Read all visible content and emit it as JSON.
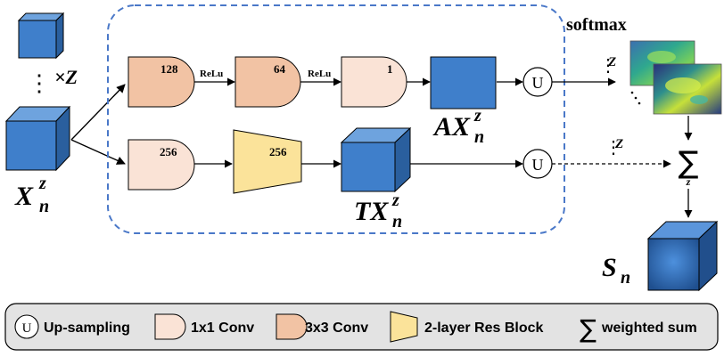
{
  "colors": {
    "cube_front": "#3f7fcb",
    "cube_top": "#6ea3de",
    "cube_side": "#2a5f9e",
    "conv3": "#f2c3a4",
    "conv1": "#fae3d6",
    "resblock": "#fbe39a",
    "dashed_box": "#4a78c8",
    "legend_bg": "#e3e3e3",
    "stroke": "#000000"
  },
  "input": {
    "repeat": "×Z",
    "dots": "⋮",
    "symbol_base": "X",
    "symbol_sub": "n",
    "symbol_sup": "z"
  },
  "top_branch": {
    "conv1_channels": "128",
    "act1": "ReLu",
    "conv2_channels": "64",
    "act2": "ReLu",
    "conv3_channels": "1",
    "output_base": "AX",
    "output_sub": "n",
    "output_sup": "z",
    "up_symbol": "U"
  },
  "bottom_branch": {
    "conv_channels": "256",
    "res_channels": "256",
    "output_base": "TX",
    "output_sub": "n",
    "output_sup": "z",
    "up_symbol": "U"
  },
  "right_side": {
    "softmax_label": "softmax",
    "top_dots": "⋮",
    "top_z": "Z",
    "bottom_dots": "⋮",
    "bottom_z": "Z",
    "sum_symbol": "∑",
    "sum_sub": "z",
    "output_base": "S",
    "output_sub": "n"
  },
  "legend": {
    "up_symbol": "U",
    "upsampling": "Up-sampling",
    "conv1x1": "1x1 Conv",
    "conv3x3": "3x3 Conv",
    "resblock": "2-layer Res Block",
    "sum_symbol": "∑",
    "weighted_sum": "weighted sum"
  }
}
